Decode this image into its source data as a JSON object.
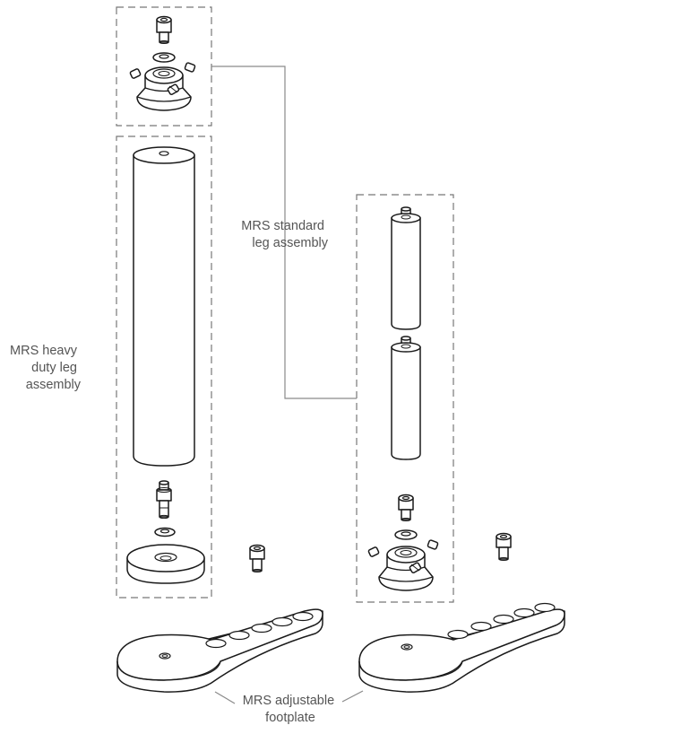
{
  "labels": {
    "heavy_duty_leg": [
      "MRS heavy",
      "duty leg",
      "assembly"
    ],
    "standard_leg": [
      "MRS standard",
      "leg assembly"
    ],
    "footplate": [
      "MRS adjustable",
      "footplate"
    ]
  },
  "colors": {
    "line": "#1a1a1a",
    "label_text": "#555555",
    "dashed_box": "#777777",
    "leader_line": "#8a8a8a",
    "background": "#ffffff"
  }
}
